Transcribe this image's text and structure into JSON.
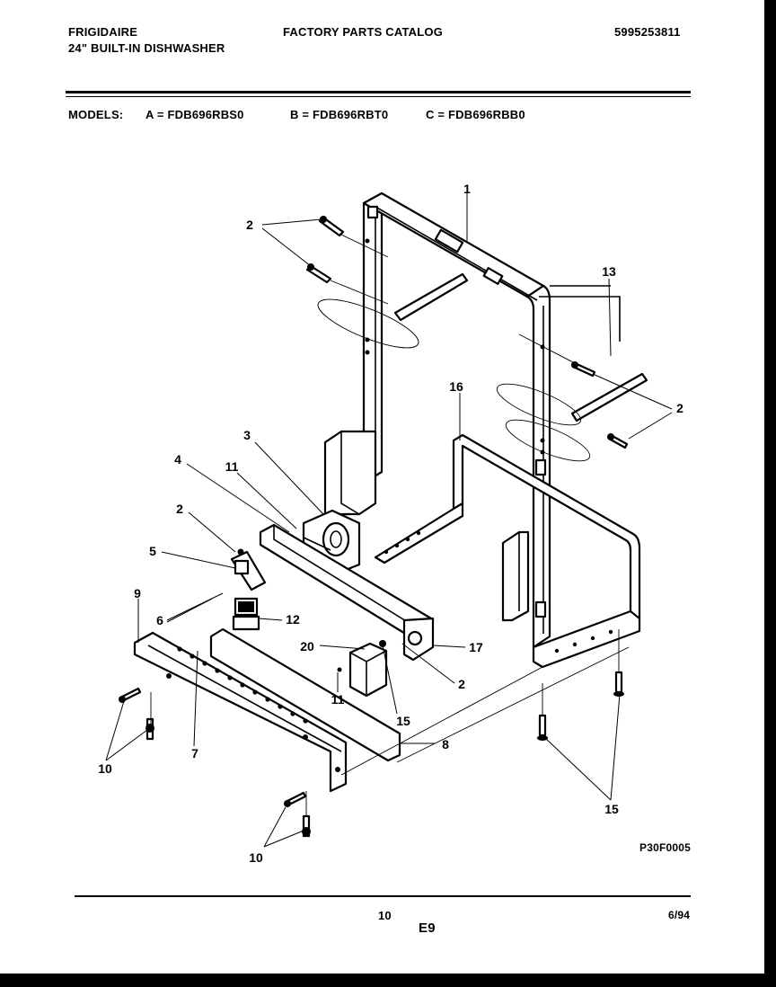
{
  "header": {
    "brand": "FRIGIDAIRE",
    "product": "24\" BUILT-IN DISHWASHER",
    "catalog_title": "FACTORY PARTS CATALOG",
    "catalog_number": "5995253811"
  },
  "models": {
    "label": "MODELS:",
    "a": "A = FDB696RBS0",
    "b": "B = FDB696RBT0",
    "c": "C = FDB696RBB0"
  },
  "diagram": {
    "callouts": [
      "1",
      "2",
      "13",
      "2",
      "16",
      "3",
      "4",
      "11",
      "2",
      "5",
      "9",
      "6",
      "12",
      "20",
      "17",
      "2",
      "11",
      "15",
      "8",
      "7",
      "10",
      "10",
      "15"
    ],
    "drawing_code": "P30F0005"
  },
  "footer": {
    "page": "10",
    "section": "E9",
    "date": "6/94"
  }
}
